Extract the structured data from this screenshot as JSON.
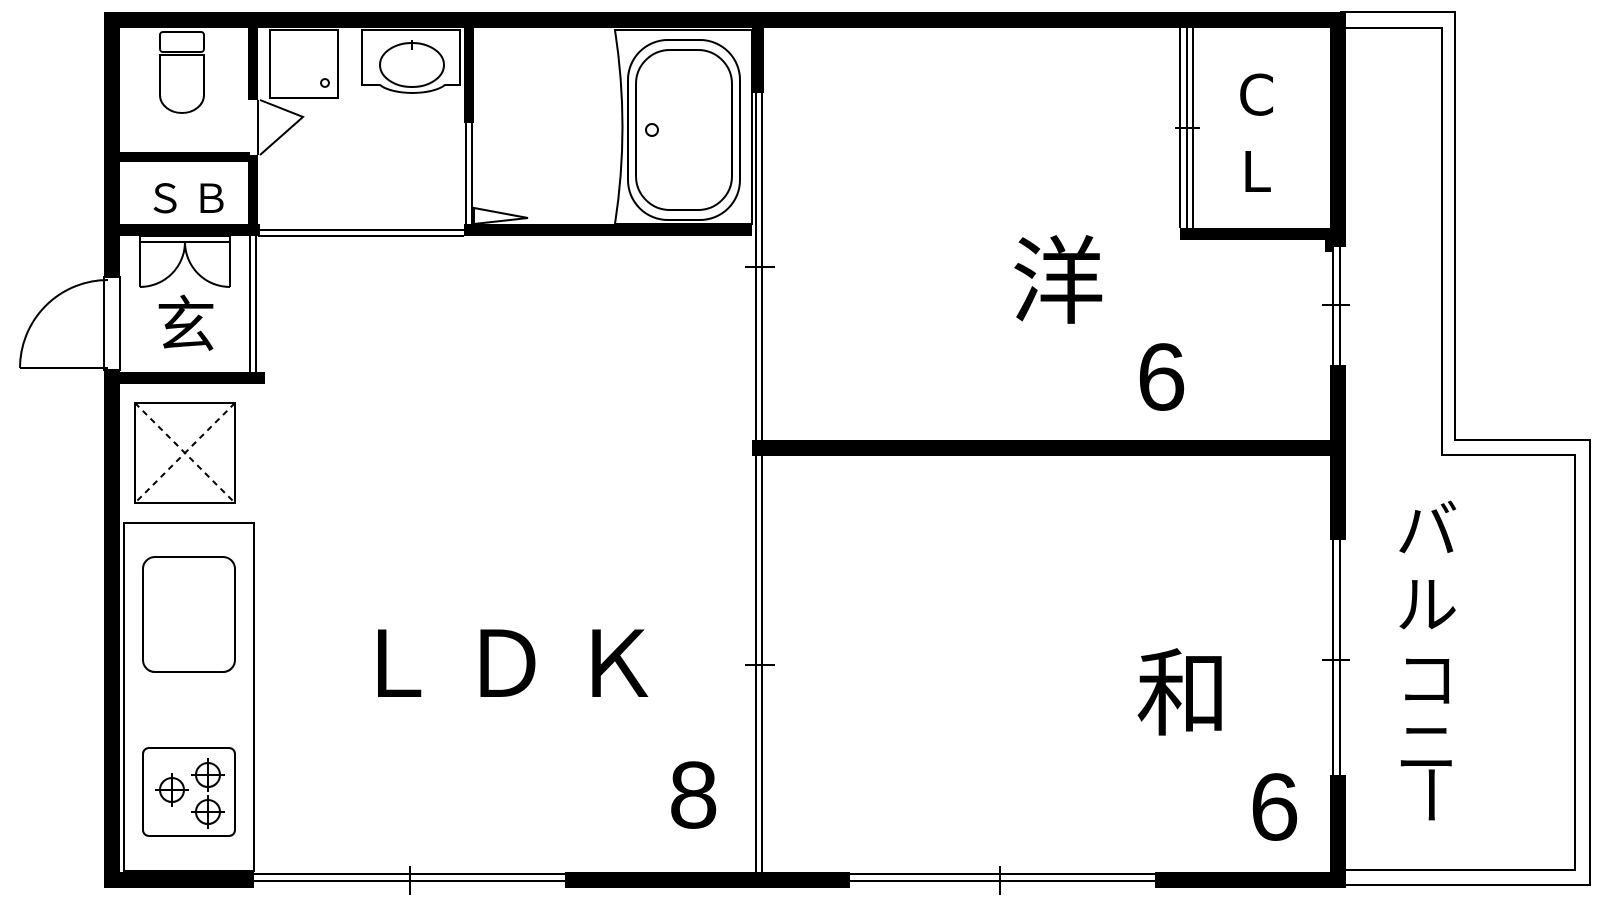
{
  "rooms": {
    "ldk": {
      "name": "ＬＤＫ",
      "size": "8"
    },
    "western": {
      "name": "洋",
      "size": "6"
    },
    "japanese": {
      "name": "和",
      "size": "6"
    },
    "entrance": {
      "name": "玄"
    },
    "shoebox": {
      "name": "ＳＢ"
    },
    "closet": {
      "line1": "C",
      "line2": "L"
    },
    "balcony": {
      "chars": [
        "バ",
        "ル",
        "コ",
        "ニ",
        "ー"
      ]
    }
  },
  "colors": {
    "wall": "#000000",
    "background": "#ffffff"
  }
}
